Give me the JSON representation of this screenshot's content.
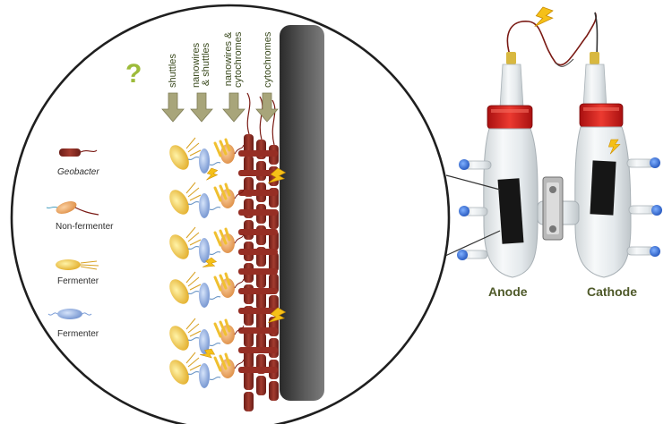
{
  "legend": {
    "items": [
      {
        "label": "Geobacter",
        "italic": true
      },
      {
        "label": "Non-fermenter",
        "italic": false
      },
      {
        "label": "Fermenter",
        "italic": false
      },
      {
        "label": "Fermenter",
        "italic": false
      }
    ]
  },
  "mechanisms": {
    "shuttles": "shuttles",
    "nanowires_shuttles": "nanowires\n& shuttles",
    "nanowires_cytochromes": "nanowires &\ncytochromes",
    "cytochromes": "cytochromes"
  },
  "question_mark": "?",
  "cell": {
    "anode_label": "Anode",
    "cathode_label": "Cathode"
  },
  "colors": {
    "electrode": "#3e3e3e",
    "geobacter": "#8b2a22",
    "non_fermenter": "#e8a060",
    "fermenter_yellow": "#f0c030",
    "fermenter_blue": "#7a9cd6",
    "arrow": "#9c9b6e",
    "cap": "#d42020",
    "text_green": "#4f5a2a"
  },
  "icons": [
    "lightning-icon",
    "question-mark-icon",
    "down-arrow-icon"
  ]
}
